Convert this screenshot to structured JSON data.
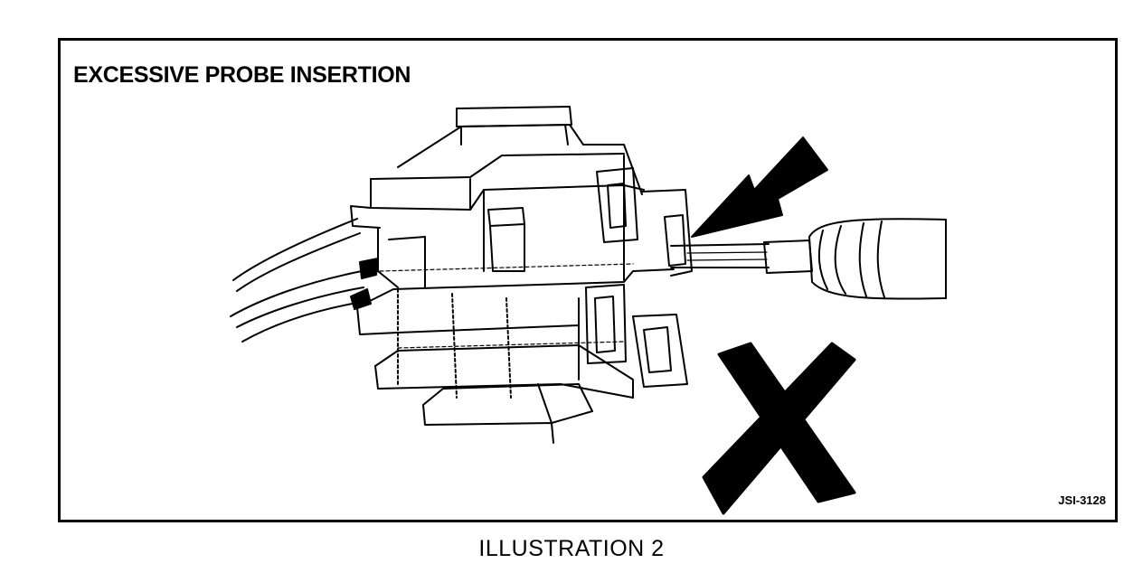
{
  "figure": {
    "title": "EXCESSIVE PROBE INSERTION",
    "code": "JSI-3128",
    "caption": "ILLUSTRATION 2"
  },
  "icons": {
    "connector": "electrical-connector-icon",
    "probe": "test-probe-icon",
    "arrow": "pointer-arrow-icon",
    "mark": "x-mark-icon"
  },
  "colors": {
    "ink": "#000000",
    "paper": "#ffffff"
  }
}
